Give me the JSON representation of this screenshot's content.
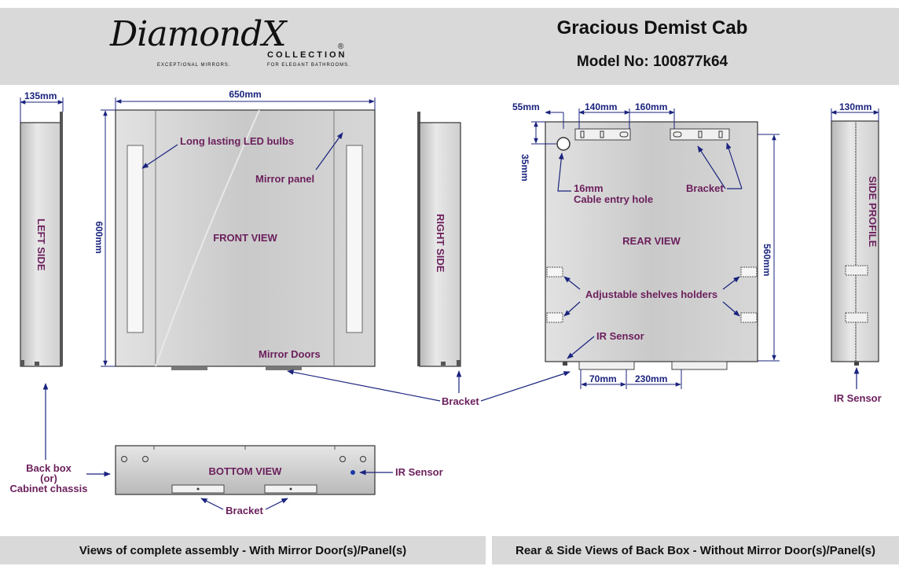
{
  "logo": {
    "brand": "DiamondX",
    "collection": "COLLECTION",
    "registered": "®",
    "tagline_left": "EXCEPTIONAL MIRRORS.",
    "tagline_right": "FOR ELEGANT BATHROOMS."
  },
  "header": {
    "title": "Gracious Demist Cab",
    "model": "Model No: 100877k64"
  },
  "dimensions": {
    "left_depth": "135mm",
    "front_width": "650mm",
    "front_height": "600mm",
    "rear_offset_x": "55mm",
    "rear_bracket_1": "140mm",
    "rear_bracket_2": "160mm",
    "rear_offset_y": "35mm",
    "rear_height": "560mm",
    "bottom_bracket_1": "70mm",
    "bottom_bracket_2": "230mm",
    "side_depth": "130mm"
  },
  "labels": {
    "left_side": "LEFT SIDE",
    "right_side": "RIGHT SIDE",
    "side_profile": "SIDE PROFILE",
    "front_view": "FRONT VIEW",
    "rear_view": "REAR VIEW",
    "bottom_view": "BOTTOM VIEW",
    "led_bulbs": "Long lasting LED bulbs",
    "mirror_panel": "Mirror panel",
    "mirror_doors": "Mirror Doors",
    "cable_hole_1": "16mm",
    "cable_hole_2": "Cable entry hole",
    "bracket_rear": "Bracket",
    "shelves": "Adjustable shelves holders",
    "ir_sensor_rear": "IR Sensor",
    "bracket_main": "Bracket",
    "ir_sensor_side": "IR Sensor",
    "back_box_1": "Back box",
    "back_box_2": "(or)",
    "back_box_3": "Cabinet chassis",
    "ir_sensor_bottom": "IR Sensor",
    "bracket_bottom": "Bracket"
  },
  "footer": {
    "left": "Views of complete assembly - With Mirror Door(s)/Panel(s)",
    "right": "Rear & Side Views of Back Box - Without Mirror Door(s)/Panel(s)"
  }
}
